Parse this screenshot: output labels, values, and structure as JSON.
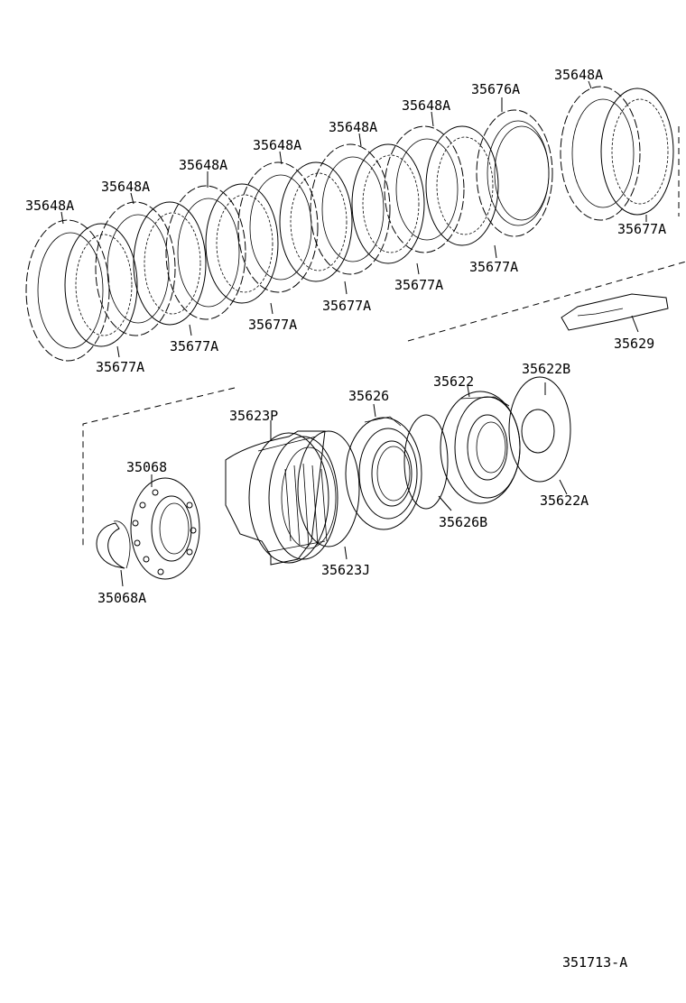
{
  "diagram": {
    "labels": {
      "l_35648A_1": "35648A",
      "l_35648A_2": "35648A",
      "l_35648A_3": "35648A",
      "l_35648A_4": "35648A",
      "l_35648A_5": "35648A",
      "l_35648A_6": "35648A",
      "l_35648A_7": "35648A",
      "l_35676A": "35676A",
      "l_35677A_1": "35677A",
      "l_35677A_2": "35677A",
      "l_35677A_3": "35677A",
      "l_35677A_4": "35677A",
      "l_35677A_5": "35677A",
      "l_35677A_6": "35677A",
      "l_35677A_7": "35677A",
      "l_35629": "35629",
      "l_35623P": "35623P",
      "l_35626": "35626",
      "l_35622": "35622",
      "l_35622B": "35622B",
      "l_35068": "35068",
      "l_35626B": "35626B",
      "l_35622A": "35622A",
      "l_35623J": "35623J",
      "l_35068A": "35068A"
    },
    "figure_code": "351713-A"
  }
}
